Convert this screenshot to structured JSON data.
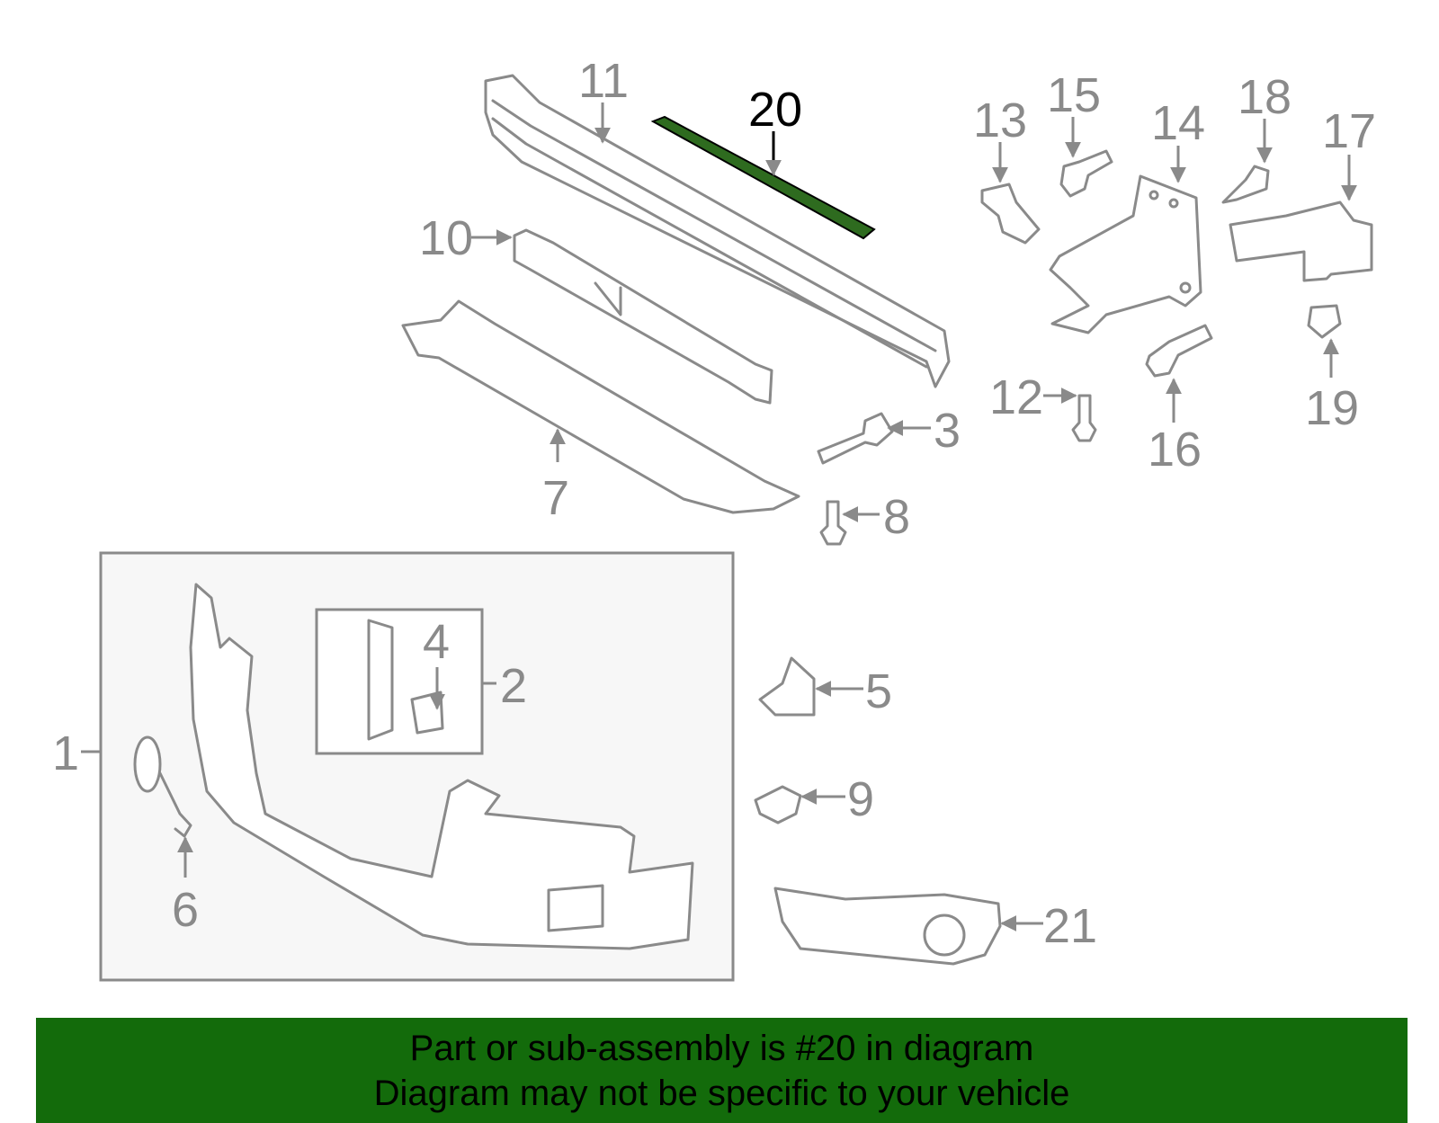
{
  "callouts": [
    "1",
    "2",
    "3",
    "4",
    "5",
    "6",
    "7",
    "8",
    "9",
    "10",
    "11",
    "12",
    "13",
    "14",
    "15",
    "16",
    "17",
    "18",
    "19",
    "20",
    "21"
  ],
  "highlighted_part": "20",
  "colors": {
    "highlight": "#2e6b1f",
    "banner": "#136b0b",
    "part_line": "#8a8a8a",
    "group_box_fill": "#f7f7f7"
  },
  "banner": {
    "line1": "Part or sub-assembly is #20 in diagram",
    "line2": "Diagram may not be specific to your vehicle"
  }
}
